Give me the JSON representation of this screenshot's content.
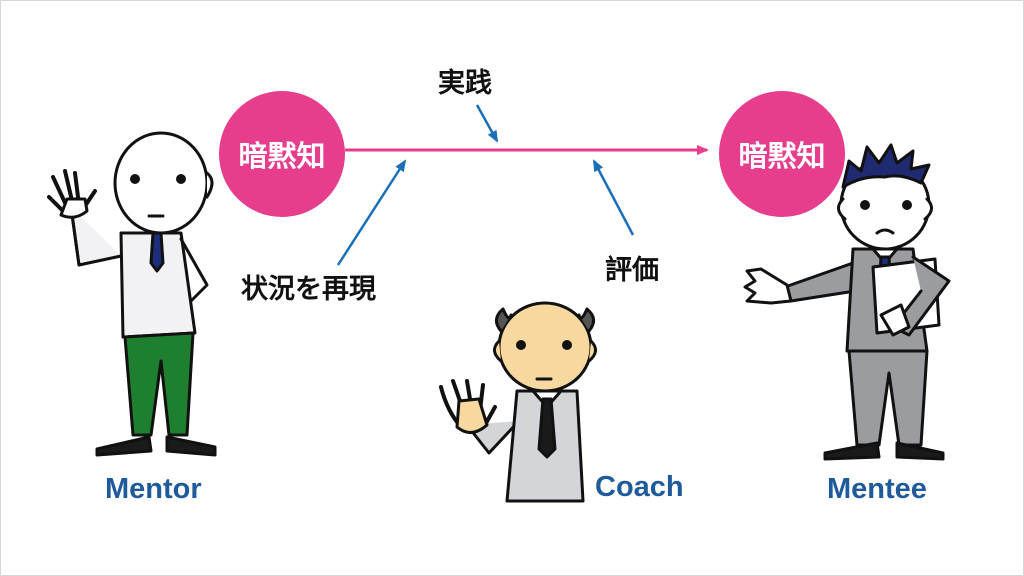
{
  "diagram": {
    "source_label": "暗黙知",
    "target_label": "暗黙知",
    "practice_label": "実践",
    "reenact_label": "状況を再現",
    "evaluate_label": "評価",
    "roles": {
      "mentor": "Mentor",
      "coach": "Coach",
      "mentee": "Mentee"
    }
  },
  "colors": {
    "badge": "#e63d8c",
    "flow_arrow": "#e63d8c",
    "pointer_arrow": "#1a6fb8",
    "role_text": "#1f5b9a",
    "mentor_pants": "#1e7f2f",
    "mentee_suit": "#9b9ca0",
    "coach_skin": "#f7d9a0"
  }
}
